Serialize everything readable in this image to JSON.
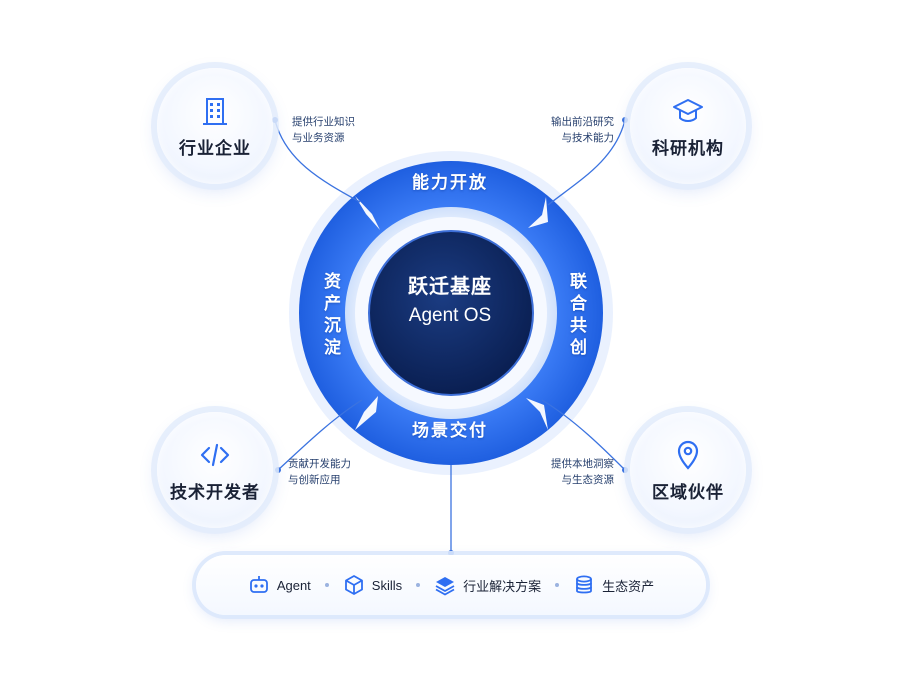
{
  "center": {
    "title_cn": "跃迁基座",
    "title_en": "Agent OS"
  },
  "ring": {
    "top": "能力开放",
    "right": "联合共创",
    "bottom": "场景交付",
    "left": "资产沉淀"
  },
  "partners": {
    "industry": {
      "title": "行业企业",
      "note_line1": "提供行业知识",
      "note_line2": "与业务资源",
      "icon": "building-icon"
    },
    "research": {
      "title": "科研机构",
      "note_line1": "输出前沿研究",
      "note_line2": "与技术能力",
      "icon": "graduation-cap-icon"
    },
    "developer": {
      "title": "技术开发者",
      "note_line1": "贡献开发能力",
      "note_line2": "与创新应用",
      "icon": "code-icon"
    },
    "region": {
      "title": "区域伙伴",
      "note_line1": "提供本地洞察",
      "note_line2": "与生态资源",
      "icon": "location-pin-icon"
    }
  },
  "bottom_bar": {
    "items": [
      {
        "label": "Agent",
        "icon": "robot-icon"
      },
      {
        "label": "Skills",
        "icon": "cube-icon"
      },
      {
        "label": "行业解决方案",
        "icon": "layers-icon"
      },
      {
        "label": "生态资产",
        "icon": "database-icon"
      }
    ]
  },
  "colors": {
    "primary": "#2f6ff2",
    "dark_core": "#0f2a66",
    "text": "#1a2236",
    "accent_light": "#e3ecfc"
  }
}
